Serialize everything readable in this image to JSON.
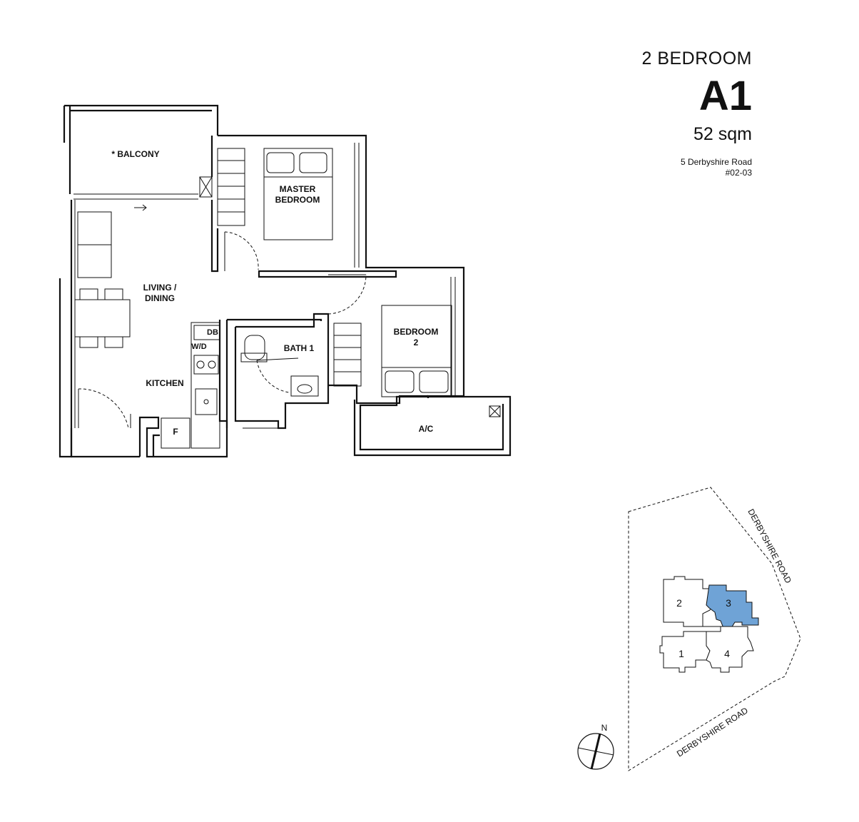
{
  "header": {
    "unit_type": "2 BEDROOM",
    "unit_code": "A1",
    "unit_area": "52 sqm",
    "address_line1": "5 Derbyshire Road",
    "address_line2": "#02-03"
  },
  "rooms": {
    "balcony": "* BALCONY",
    "master_bedroom_line1": "MASTER",
    "master_bedroom_line2": "BEDROOM",
    "living_line1": "LIVING /",
    "living_line2": "DINING",
    "kitchen": "KITCHEN",
    "db": "DB",
    "wd": "W/D",
    "fridge": "F",
    "bath": "BATH 1",
    "bedroom2_line1": "BEDROOM",
    "bedroom2_line2": "2",
    "ac": "A/C"
  },
  "site_plan": {
    "road_1": "DERBYSHIRE ROAD",
    "road_2": "DERBYSHIRE ROAD",
    "compass": "N",
    "blocks": [
      "1",
      "2",
      "3",
      "4"
    ],
    "highlighted_block": "3",
    "highlight_color": "#6fa3d6"
  }
}
